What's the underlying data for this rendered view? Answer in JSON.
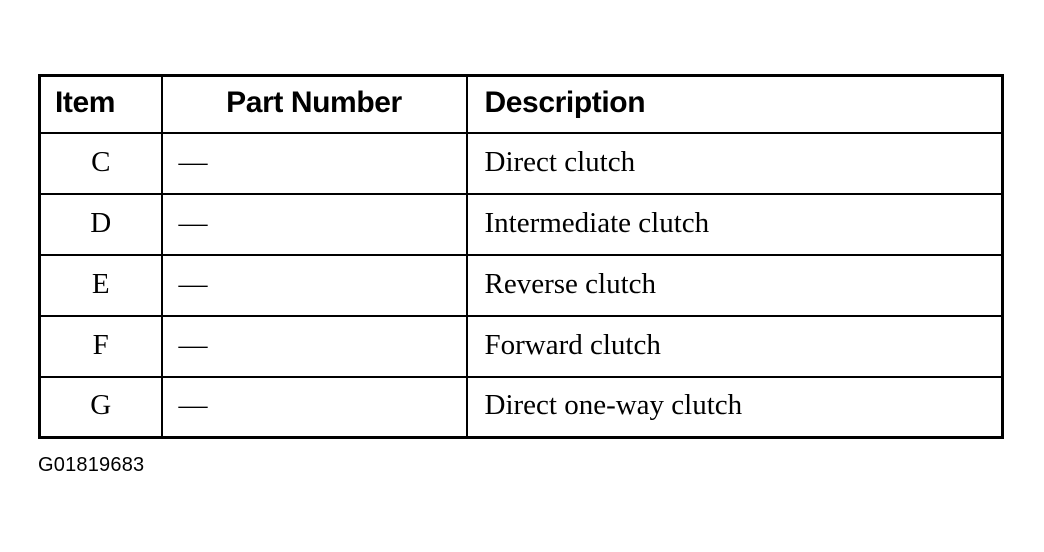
{
  "table": {
    "headers": [
      {
        "key": "item",
        "label": "Item"
      },
      {
        "key": "part_number",
        "label": "Part Number"
      },
      {
        "key": "description",
        "label": "Description"
      }
    ],
    "rows": [
      {
        "item": "C",
        "part_number": "—",
        "description": "Direct clutch"
      },
      {
        "item": "D",
        "part_number": "—",
        "description": "Intermediate clutch"
      },
      {
        "item": "E",
        "part_number": "—",
        "description": "Reverse clutch"
      },
      {
        "item": "F",
        "part_number": "—",
        "description": "Forward clutch"
      },
      {
        "item": "G",
        "part_number": "—",
        "description": "Direct one-way clutch"
      }
    ]
  },
  "caption": {
    "text": "G01819683"
  },
  "colors": {
    "background": "#ffffff",
    "ink": "#000000",
    "border": "#000000"
  }
}
